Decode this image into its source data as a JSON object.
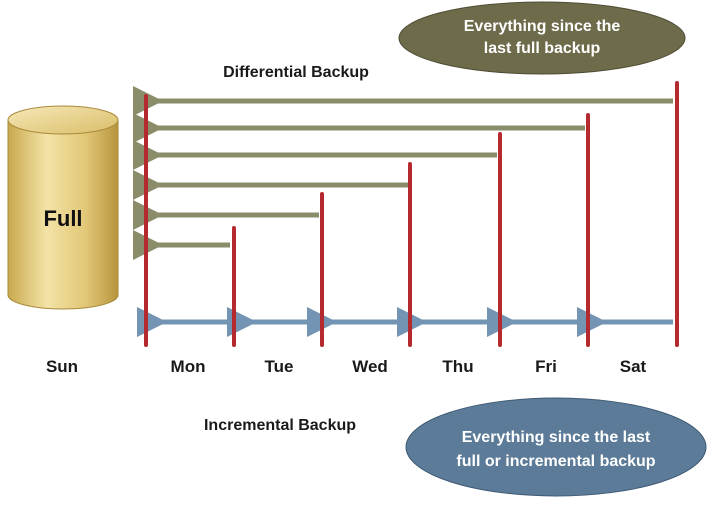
{
  "full_label": "Full",
  "differential": {
    "title": "Differential Backup",
    "bubble_line1": "Everything since the",
    "bubble_line2": "last full backup"
  },
  "incremental": {
    "title": "Incremental Backup",
    "bubble_line1": "Everything since the last",
    "bubble_line2": "full or incremental backup"
  },
  "days": [
    "Sun",
    "Mon",
    "Tue",
    "Wed",
    "Thu",
    "Fri",
    "Sat"
  ],
  "colors": {
    "day_line": "#b52a2e",
    "differential_arrow": "#8a8c6a",
    "incremental_arrow": "#7394b2",
    "differential_bubble": "#6e6b4a",
    "incremental_bubble": "#5c7b98",
    "cylinder": "#e0c77a"
  }
}
